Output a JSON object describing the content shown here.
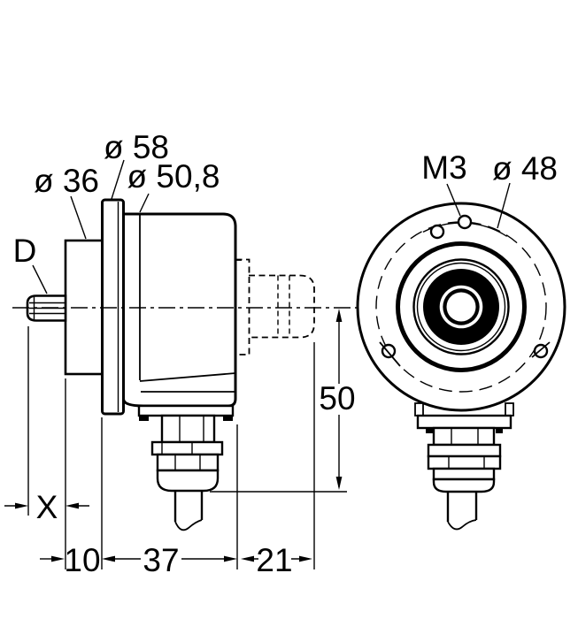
{
  "side_view": {
    "labels": {
      "dia_58": "ø 58",
      "dia_36": "ø 36",
      "dia_50_8": "ø 50,8",
      "shaft": "D"
    },
    "dims": {
      "x": "X",
      "n10": "10",
      "n37": "37",
      "n21": "21",
      "n50": "50"
    }
  },
  "front_view": {
    "labels": {
      "m3": "M3",
      "dia_48": "ø 48"
    }
  },
  "colors": {
    "line": "#000000",
    "background": "#ffffff"
  }
}
